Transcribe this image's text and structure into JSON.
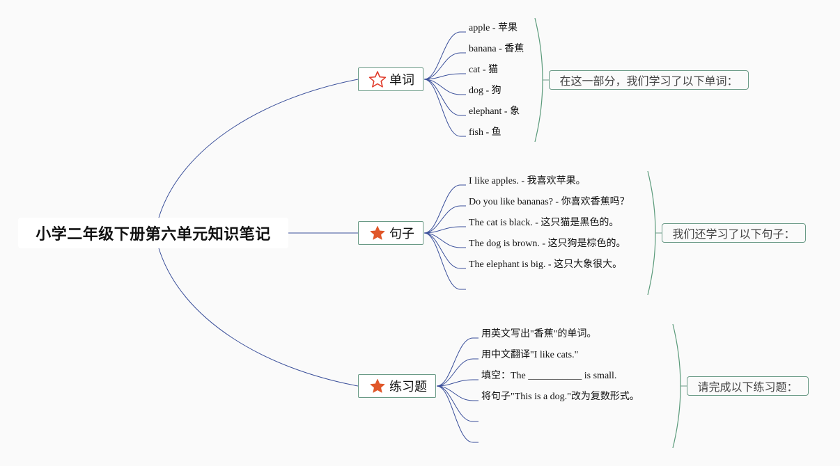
{
  "root": {
    "title": "小学二年级下册第六单元知识笔记"
  },
  "colors": {
    "branch": "#3a4f9a",
    "bracket": "#5a9a7a",
    "topic_border": "#6a9a86",
    "star_outline": "#e03a2a",
    "star_fill": "#e0572a"
  },
  "topics": [
    {
      "label": "单词",
      "icon": "star-outline-icon",
      "summary": "在这一部分，我们学习了以下单词：",
      "items": [
        "apple - 苹果",
        "banana - 香蕉",
        "cat - 猫",
        "dog - 狗",
        "elephant - 象",
        "fish - 鱼"
      ]
    },
    {
      "label": "句子",
      "icon": "star-filled-icon",
      "summary": "我们还学习了以下句子：",
      "items": [
        "I like apples. - 我喜欢苹果。",
        "Do you like bananas? - 你喜欢香蕉吗？",
        "The cat is black. - 这只猫是黑色的。",
        "The dog is brown. - 这只狗是棕色的。",
        "The elephant is big. - 这只大象很大。",
        ""
      ]
    },
    {
      "label": "练习题",
      "icon": "star-filled-icon",
      "summary": "请完成以下练习题：",
      "items": [
        "用英文写出\"香蕉\"的单词。",
        "用中文翻译\"I like cats.\"",
        "填空：The ___________ is small.",
        "将句子\"This is a dog.\"改为复数形式。",
        "",
        ""
      ]
    }
  ]
}
